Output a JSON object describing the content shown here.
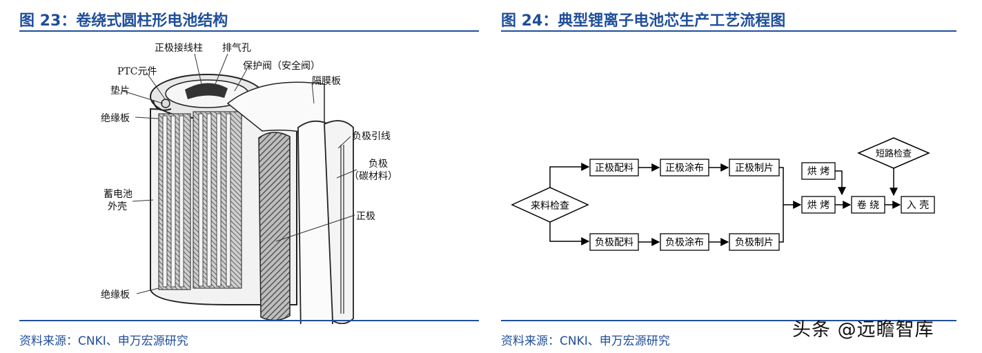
{
  "fig23": {
    "title": "图 23：卷绕式圆柱形电池结构",
    "source": "资料来源：CNKI、申万宏源研究",
    "labels": {
      "pos_terminal": "正极接线柱",
      "vent_hole": "排气孔",
      "ptc": "PTC元件",
      "safety_valve": "保护阀（安全阀）",
      "gasket": "垫片",
      "separator": "隔膜板",
      "insulator_top": "绝缘板",
      "neg_lead": "负极引线",
      "neg": "负极",
      "neg_material": "（碳材料）",
      "case_line1": "蓄电池",
      "case_line2": "外壳",
      "pos": "正极",
      "insulator_bottom": "绝缘板"
    }
  },
  "fig24": {
    "title": "图 24：典型锂离子电池芯生产工艺流程图",
    "source": "资料来源：CNKI、申万宏源研究",
    "nodes": {
      "incoming": "来料检查",
      "pos_mix": "正极配料",
      "pos_coat": "正极涂布",
      "pos_cut": "正极制片",
      "neg_mix": "负极配料",
      "neg_coat": "负极涂布",
      "neg_cut": "负极制片",
      "bake1": "烘 烤",
      "bake2": "烘 烤",
      "wind": "卷 绕",
      "short_check": "短路检查",
      "case": "入 壳"
    }
  },
  "watermark": "头条 @远瞻智库"
}
